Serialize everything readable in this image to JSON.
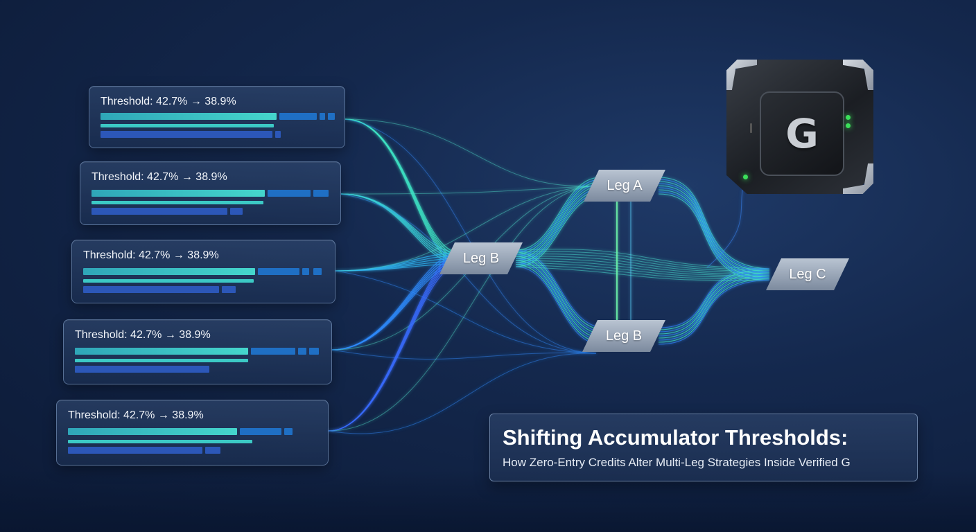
{
  "cards": [
    {
      "label": "Threshold: 42.7% → 38.9%"
    },
    {
      "label": "Threshold: 42.7% → 38.9%"
    },
    {
      "label": "Threshold: 42.7% → 38.9%"
    },
    {
      "label": "Threshold: 42.7% → 38.9%"
    },
    {
      "label": "Threshold: 42.7% → 38.9%"
    }
  ],
  "nodes": {
    "leg_a": "Leg A",
    "leg_b_mid": "Leg B",
    "leg_b_low": "Leg B",
    "leg_c": "Leg C"
  },
  "device": {
    "logo_letter": "G",
    "icon": "hardware-chip-icon"
  },
  "caption": {
    "title": "Shifting Accumulator Thresholds:",
    "subtitle": "How Zero-Entry Credits Alter Multi-Leg Strategies Inside Verified G"
  },
  "colors": {
    "background": "#14284d",
    "teal": "#45d6cc",
    "blue": "#1f6fc4",
    "led_green": "#3be05a"
  }
}
